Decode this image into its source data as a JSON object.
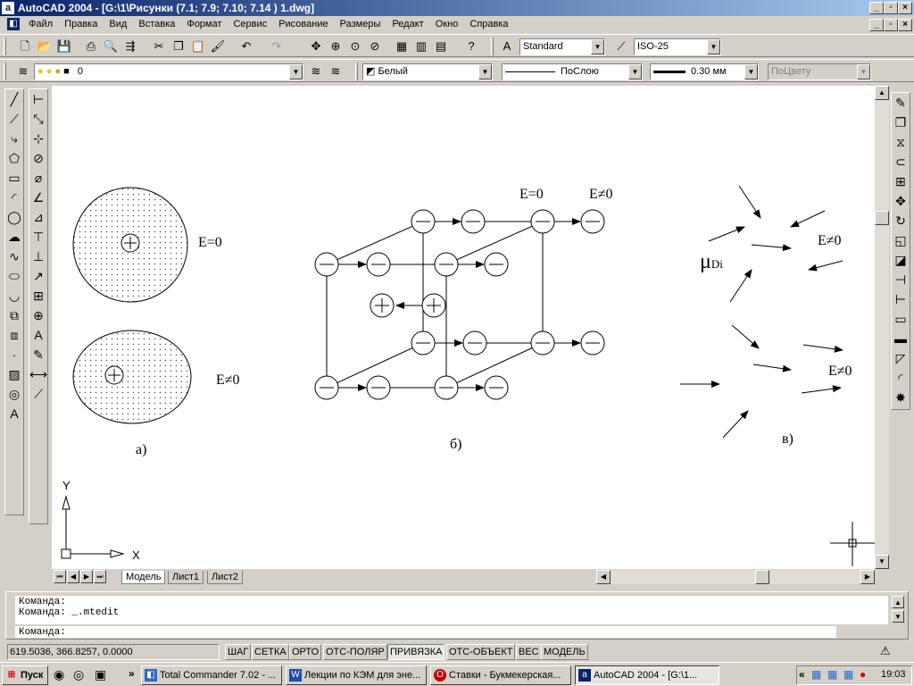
{
  "window": {
    "title": "AutoCAD 2004 - [G:\\1\\Рисунки (7.1; 7.9; 7.10; 7.14 ) 1.dwg]"
  },
  "menu": [
    "Файл",
    "Правка",
    "Вид",
    "Вставка",
    "Формат",
    "Сервис",
    "Рисование",
    "Размеры",
    "Редакт",
    "Окно",
    "Справка"
  ],
  "styles": {
    "text_style": "Standard",
    "dim_style": "ISO-25"
  },
  "layers": {
    "layer": "0",
    "color": "Белый",
    "linetype": "ПоСлою",
    "lineweight": "0.30 мм",
    "plotstyle": "ПоЦвету"
  },
  "drawing": {
    "labels": {
      "a": "а)",
      "b": "б)",
      "c": "в)",
      "e_zero_a": "E=0",
      "e_neq_a": "E≠0",
      "e_zero_b": "E=0",
      "e_neq_b": "E≠0",
      "e_neq_c1": "E≠0",
      "e_neq_c2": "E≠0",
      "mu": "μ",
      "mu_sub": "Di",
      "axis_y": "Y",
      "axis_x": "X"
    }
  },
  "tabs": [
    "Модель",
    "Лист1",
    "Лист2"
  ],
  "command": {
    "line1": "Команда:",
    "line2": "Команда: _.mtedit",
    "prompt": "Команда:"
  },
  "status": {
    "coords": "619.5036, 366.8257, 0.0000",
    "buttons": [
      {
        "label": "ШАГ",
        "on": false
      },
      {
        "label": "СЕТКА",
        "on": false
      },
      {
        "label": "ОРТО",
        "on": false
      },
      {
        "label": "ОТС-ПОЛЯР",
        "on": false
      },
      {
        "label": "ПРИВЯЗКА",
        "on": true
      },
      {
        "label": "ОТС-ОБЪЕКТ",
        "on": false
      },
      {
        "label": "ВЕС",
        "on": false
      },
      {
        "label": "МОДЕЛЬ",
        "on": false
      }
    ]
  },
  "taskbar": {
    "start": "Пуск",
    "tasks": [
      "Total Commander 7.02 - ...",
      "Лекции по КЭМ для эне...",
      "Ставки - Букмекерская...",
      "AutoCAD 2004 - [G:\\1..."
    ],
    "clock": "19:03"
  }
}
